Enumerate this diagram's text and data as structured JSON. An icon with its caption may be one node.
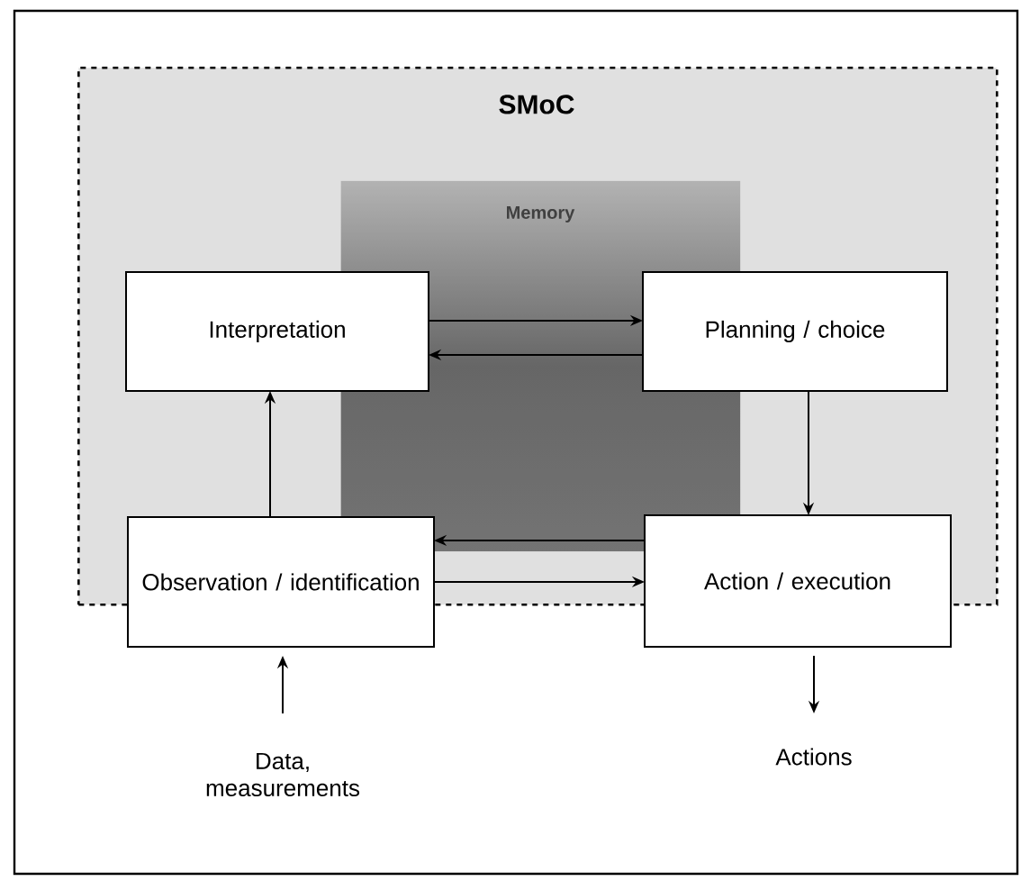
{
  "diagram": {
    "nodes": [
      {
        "text": [
          "SMoC"
        ]
      },
      {
        "text": [
          "Memory"
        ],
        "in": 0
      },
      {
        "text": [
          "Interpretation"
        ],
        "in": 0
      },
      {
        "text": [
          "Planning / choice"
        ],
        "in": 0
      },
      {
        "text": [
          "Observation / identification"
        ]
      },
      {
        "text": [
          "Action / execution"
        ]
      },
      {
        "text": [
          "Data, measurements"
        ]
      },
      {
        "text": [
          "Actions"
        ]
      }
    ],
    "edges": [
      {
        "from": 2,
        "to": 3,
        "arrow": "to"
      },
      {
        "from": 3,
        "to": 2,
        "arrow": "to"
      },
      {
        "from": 3,
        "to": 5,
        "arrow": "to"
      },
      {
        "from": 5,
        "to": 4,
        "arrow": "to"
      },
      {
        "from": 4,
        "to": 5,
        "arrow": "to"
      },
      {
        "from": 4,
        "to": 2,
        "arrow": "to"
      },
      {
        "from": 6,
        "to": 4,
        "arrow": "to"
      },
      {
        "from": 5,
        "to": 7,
        "arrow": "to"
      }
    ]
  }
}
